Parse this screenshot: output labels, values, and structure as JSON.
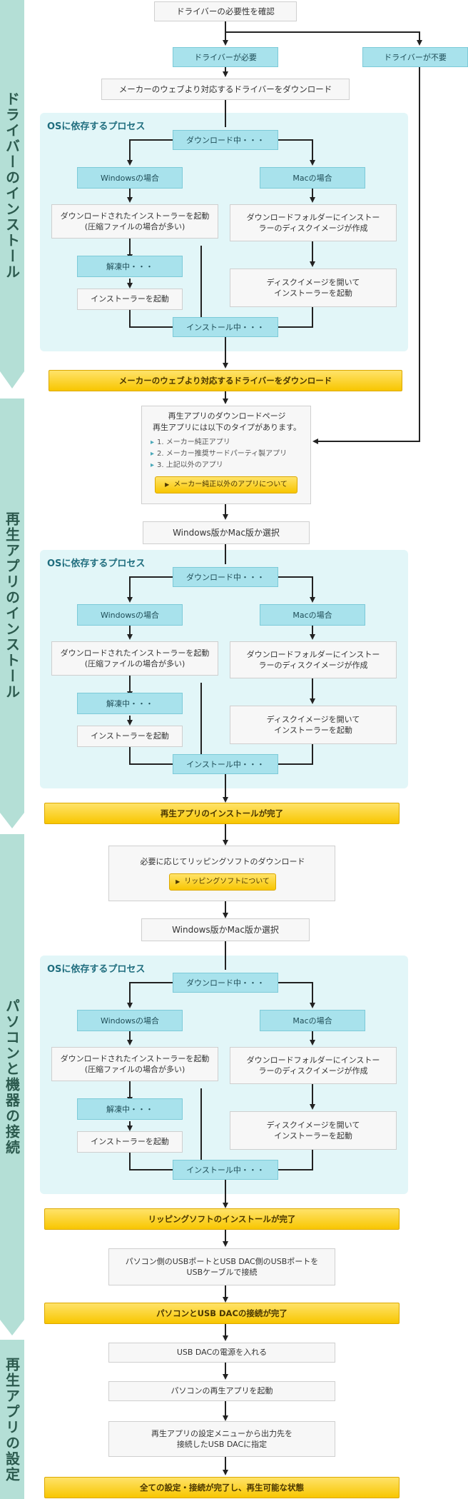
{
  "sections": {
    "s1": "ドライバーのインストール",
    "s2": "再生アプリのインストール",
    "s3": "パソコンと機器の接続",
    "s4": "再生アプリの設定"
  },
  "top": {
    "confirm": "ドライバーの必要性を確認",
    "needed": "ドライバーが必要",
    "not_needed": "ドライバーが不要",
    "download": "メーカーのウェブより対応するドライバーをダウンロード"
  },
  "process": {
    "title": "OSに依存するプロセス",
    "downloading": "ダウンロード中・・・",
    "windows": "Windowsの場合",
    "mac": "Macの場合",
    "win_step": "ダウンロードされたインストーラーを起動\n(圧縮ファイルの場合が多い)",
    "extracting": "解凍中・・・",
    "start_installer": "インストーラーを起動",
    "mac_step": "ダウンロードフォルダーにインストー\nラーのディスクイメージが作成",
    "mac_open": "ディスクイメージを開いて\nインストーラーを起動",
    "installing": "インストール中・・・"
  },
  "step1_done": "メーカーのウェブより対応するドライバーをダウンロード",
  "app_page": {
    "line1": "再生アプリのダウンロードページ",
    "line2": "再生アプリには以下のタイプがあります。",
    "items": [
      "1. メーカー純正アプリ",
      "2. メーカー推奨サードパーティ製アプリ",
      "3. 上記以外のアプリ"
    ],
    "button": "メーカー純正以外のアプリについて"
  },
  "select_os": "Windows版かMac版か選択",
  "app_done": "再生アプリのインストールが完了",
  "ripping": {
    "text": "必要に応じてリッピングソフトのダウンロード",
    "button": "リッピングソフトについて"
  },
  "ripping_done": "リッピングソフトのインストールが完了",
  "connect_text": "パソコン側のUSBポートとUSB DAC側のUSBポートを\nUSBケーブルで接続",
  "connect_done": "パソコンとUSB DACの接続が完了",
  "power_on": "USB DACの電源を入れる",
  "launch_app": "パソコンの再生アプリを起動",
  "set_output": "再生アプリの設定メニューから出力先を\n接続したUSB DACに指定",
  "final": "全ての設定・接続が完了し、再生可能な状態"
}
